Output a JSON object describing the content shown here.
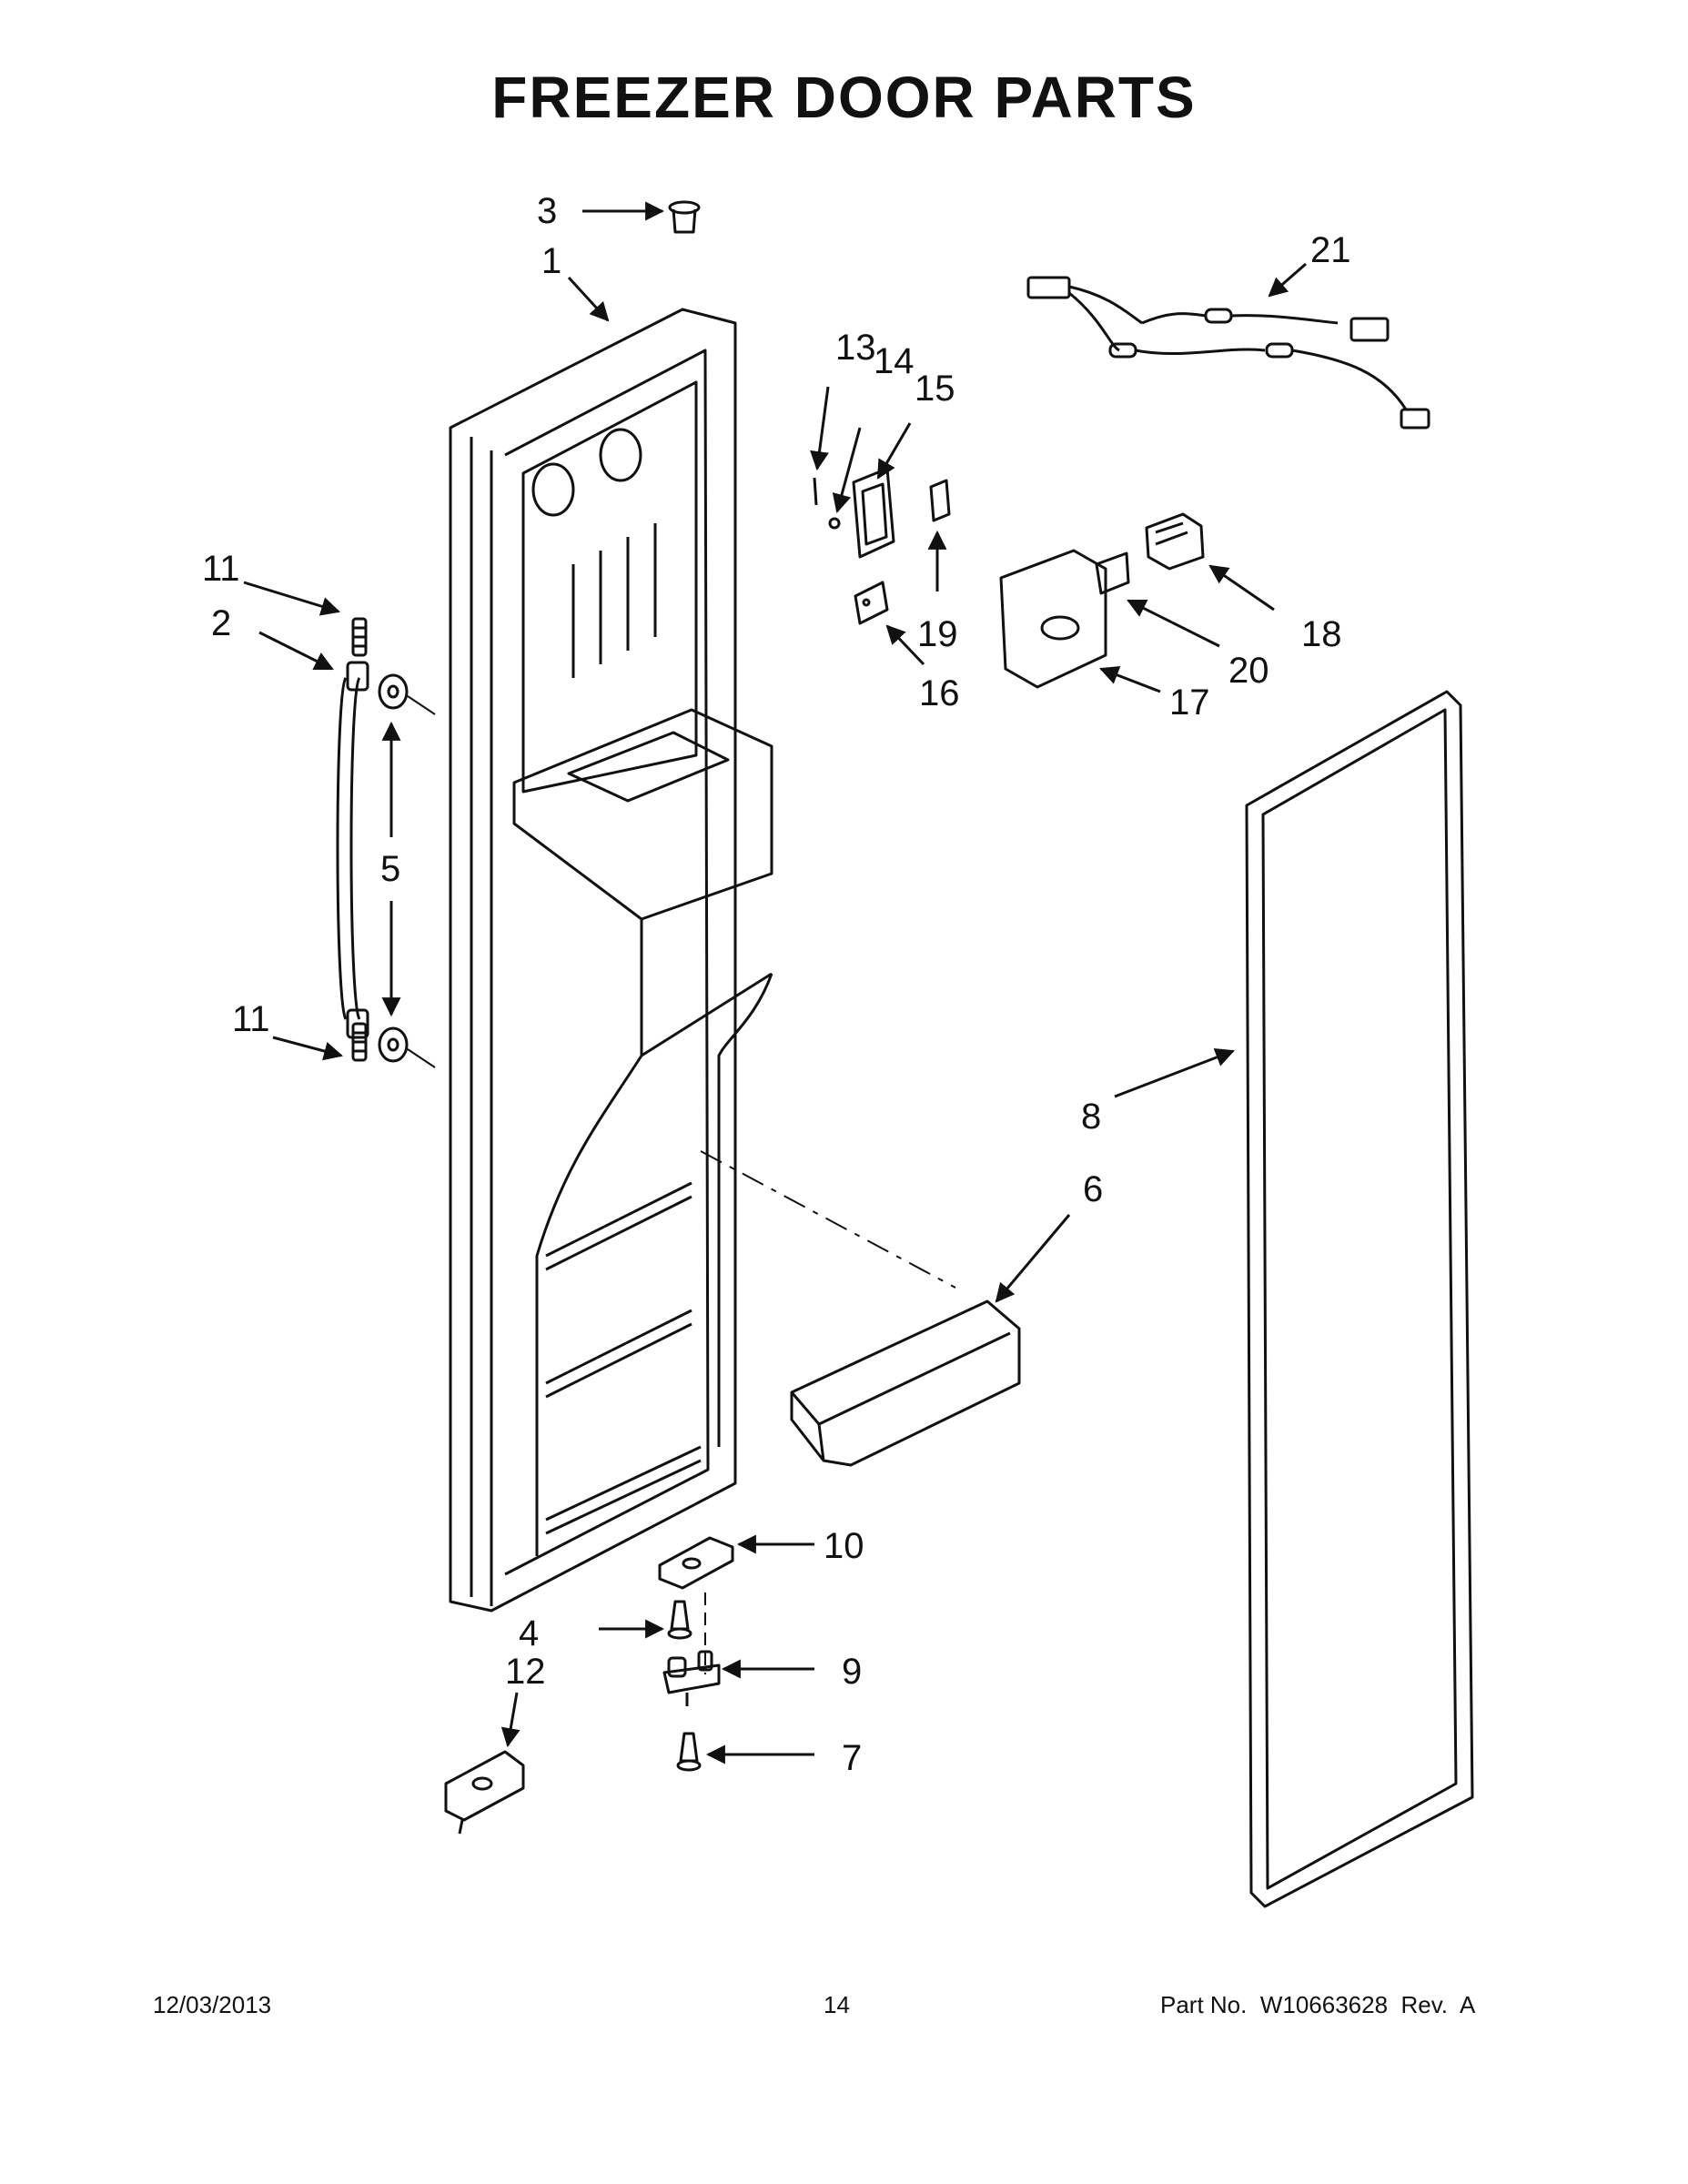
{
  "title": "FREEZER DOOR PARTS",
  "callouts": {
    "c1": "1",
    "c2": "2",
    "c3": "3",
    "c4": "4",
    "c5": "5",
    "c6": "6",
    "c7": "7",
    "c8": "8",
    "c9": "9",
    "c10": "10",
    "c11a": "11",
    "c11b": "11",
    "c12": "12",
    "c13": "13",
    "c14": "14",
    "c15": "15",
    "c16": "16",
    "c17": "17",
    "c18": "18",
    "c19": "19",
    "c20": "20",
    "c21": "21"
  },
  "footer": {
    "date": "12/03/2013",
    "page": "14",
    "part_no": "Part No.  W10663628  Rev.  A"
  },
  "colors": {
    "ink": "#111111",
    "paper": "#ffffff"
  }
}
